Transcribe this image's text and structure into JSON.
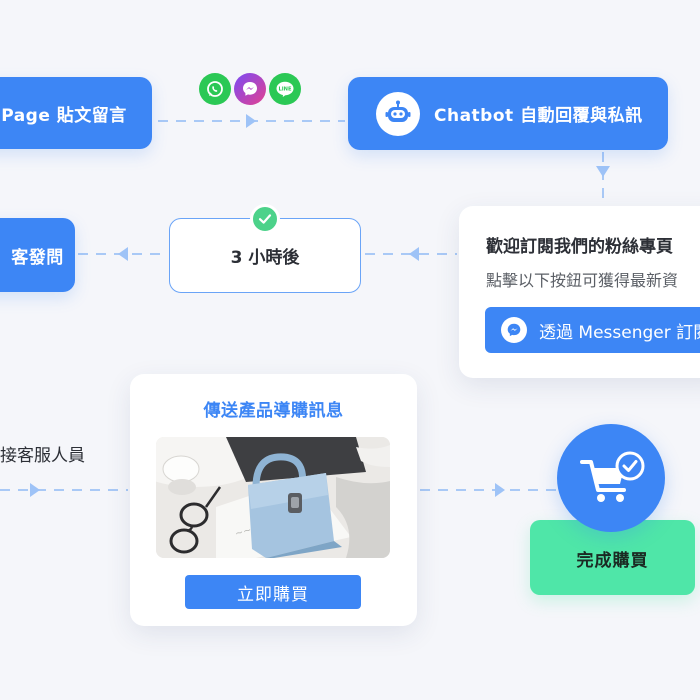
{
  "flow": {
    "step_fanpage": "Page 貼文留言",
    "step_chatbot": "Chatbot 自動回覆與私訊",
    "step_customer": "客發問",
    "step_timer": "3 小時後",
    "step_agent": "接客服人員",
    "step_complete": "完成購買"
  },
  "messaging_icons": [
    "whatsapp-icon",
    "messenger-icon",
    "line-icon"
  ],
  "line_icon_text": "LINE",
  "subscribe_card": {
    "title": "歡迎訂閱我們的粉絲專頁",
    "subtitle": "點擊以下按鈕可獲得最新資",
    "button_label": "透過 Messenger 訂閱"
  },
  "product_card": {
    "title": "傳送產品導購訊息",
    "buy_label": "立即購買"
  },
  "colors": {
    "primary": "#3d86f5",
    "success": "#4fe6a8",
    "check_green": "#4cd28a",
    "connector": "#9ec3f7"
  }
}
